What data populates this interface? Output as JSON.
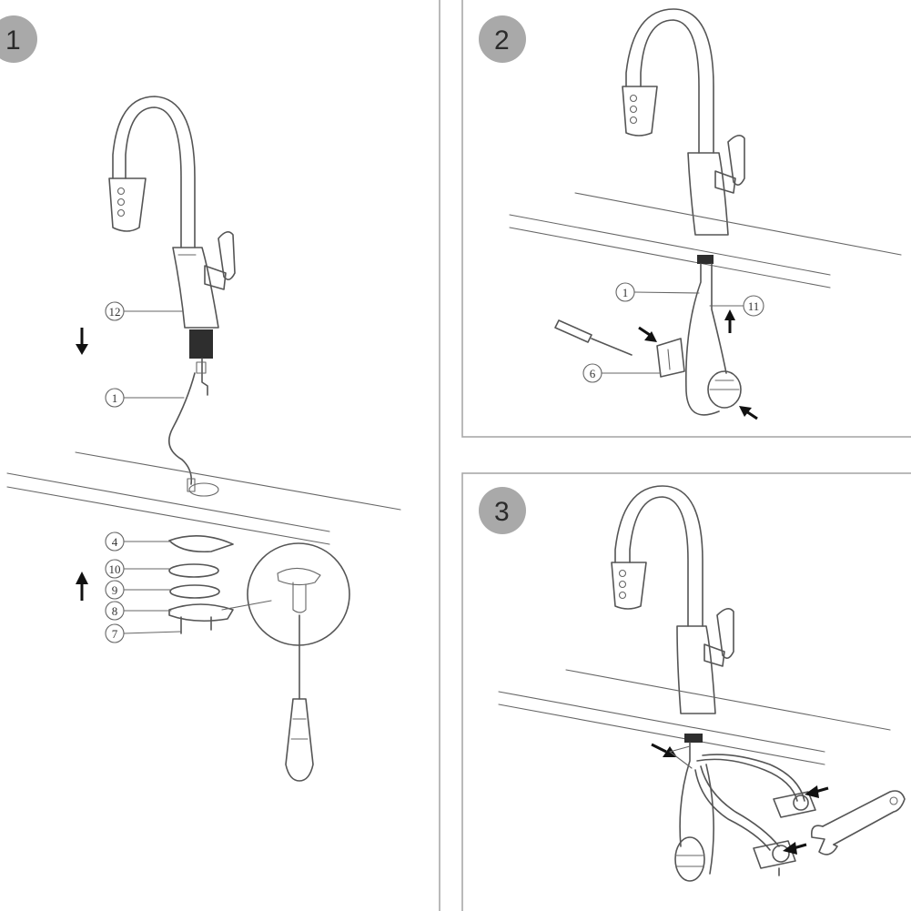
{
  "panels": [
    {
      "step": "1",
      "callouts": [
        {
          "id": "12",
          "label": "12"
        },
        {
          "id": "1",
          "label": "1"
        },
        {
          "id": "4",
          "label": "4"
        },
        {
          "id": "10",
          "label": "10"
        },
        {
          "id": "9",
          "label": "9"
        },
        {
          "id": "8",
          "label": "8"
        },
        {
          "id": "7",
          "label": "7"
        }
      ],
      "arrows": [
        "down",
        "up"
      ],
      "icons": [
        "faucet-icon",
        "hose-icon",
        "countertop-icon",
        "mounting-parts-icon",
        "screwdriver-icon",
        "magnifier-circle-icon"
      ]
    },
    {
      "step": "2",
      "callouts": [
        {
          "id": "1",
          "label": "1"
        },
        {
          "id": "11",
          "label": "11"
        },
        {
          "id": "6",
          "label": "6"
        }
      ],
      "arrows": [
        "right-down",
        "up",
        "left-up"
      ],
      "icons": [
        "faucet-icon",
        "screwdriver-icon",
        "hose-weight-icon",
        "clip-icon"
      ]
    },
    {
      "step": "3",
      "callouts": [],
      "arrows": [
        "right-down",
        "left",
        "left"
      ],
      "icons": [
        "faucet-icon",
        "supply-hoses-icon",
        "shutoff-valve-icon",
        "wrench-icon",
        "hose-weight-icon"
      ]
    }
  ],
  "colors": {
    "badge": "#a9a9a9",
    "line": "#555555",
    "border": "#a8a8a8",
    "arrow": "#111111"
  }
}
